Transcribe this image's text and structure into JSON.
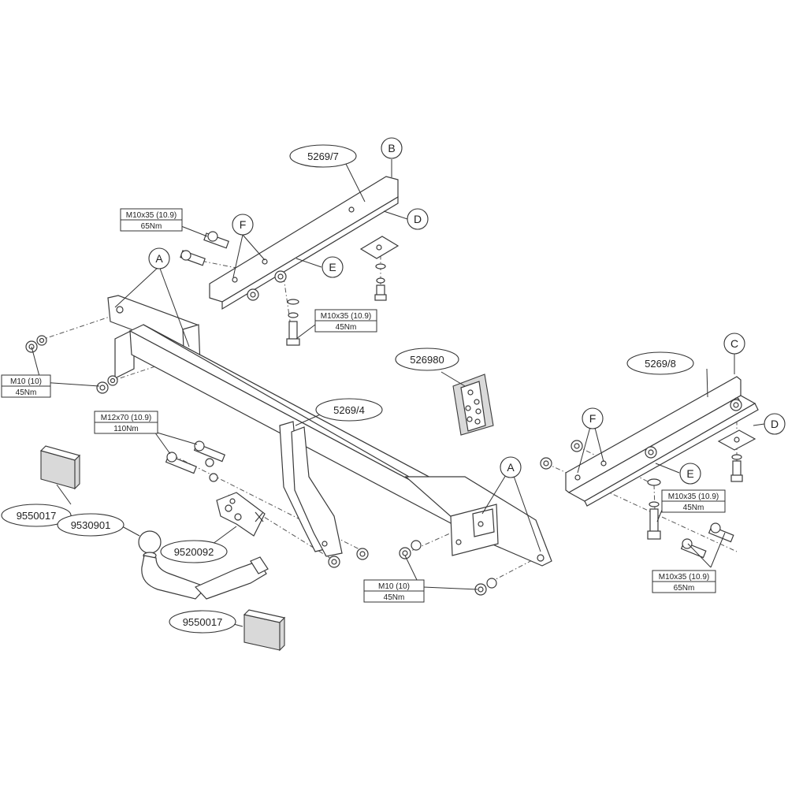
{
  "part_numbers": {
    "crossbar": "5269/4",
    "left_bracket": "5269/7",
    "right_bracket": "5269/8",
    "adapter_plate": "526980",
    "tow_ball": "9530901",
    "socket_plate": "9520092",
    "block_top": "9550017",
    "block_bottom": "9550017"
  },
  "letters": {
    "a_left": "A",
    "a_right": "A",
    "b": "B",
    "c": "C",
    "d_top": "D",
    "d_right": "D",
    "e_top": "E",
    "e_right": "E",
    "f_top": "F",
    "f_right": "F"
  },
  "specs": {
    "m10x35_65_top": {
      "size": "M10x35 (10.9)",
      "torque": "65Nm"
    },
    "m10x35_45_top": {
      "size": "M10x35 (10.9)",
      "torque": "45Nm"
    },
    "m10_left": {
      "size": "M10 (10)",
      "torque": "45Nm"
    },
    "m12x70": {
      "size": "M12x70 (10.9)",
      "torque": "110Nm"
    },
    "m10_bottom": {
      "size": "M10 (10)",
      "torque": "45Nm"
    },
    "m10x35_45_right": {
      "size": "M10x35 (10.9)",
      "torque": "45Nm"
    },
    "m10x35_65_right": {
      "size": "M10x35 (10.9)",
      "torque": "65Nm"
    }
  },
  "colors": {
    "line": "#3a3a3a",
    "part_fill": "#ffffff",
    "block_fill": "#d9d9d9"
  }
}
